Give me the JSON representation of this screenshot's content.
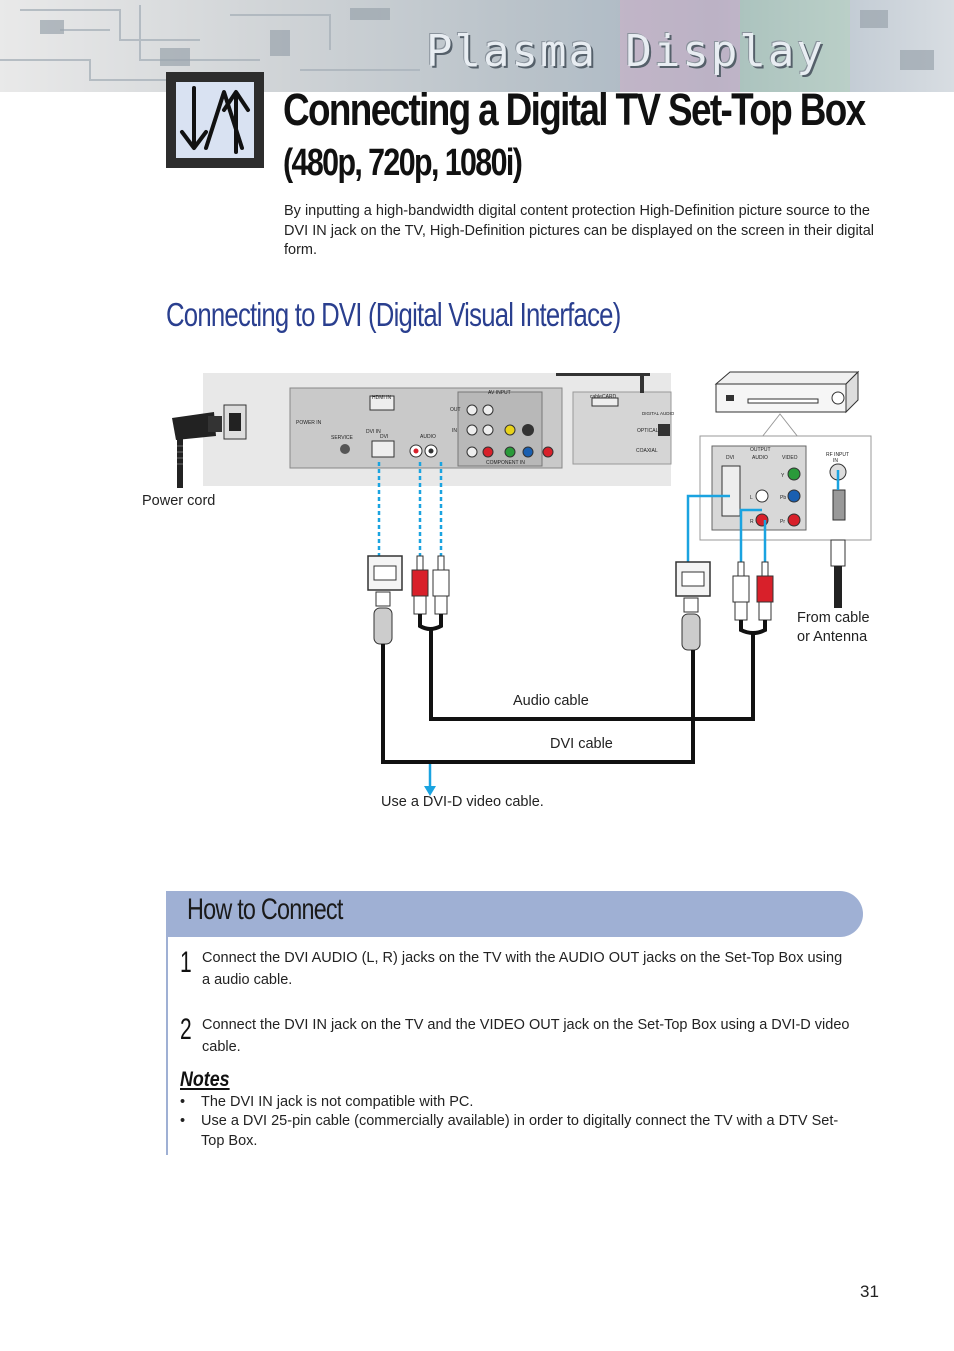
{
  "banner": {
    "title": "Plasma Display"
  },
  "header": {
    "title": "Connecting a Digital TV Set-Top Box",
    "subtitle": "(480p, 720p, 1080i)"
  },
  "intro": "By inputting a high-bandwidth digital content protection High-Definition picture source to the DVI IN jack on the TV, High-Definition pictures can be displayed on the screen in their digital form.",
  "section": {
    "heading": "Connecting to DVI (Digital Visual Interface)"
  },
  "diagram": {
    "labels": {
      "power_cord": "Power cord",
      "audio_cable": "Audio cable",
      "dvi_cable": "DVI cable",
      "dvi_note": "Use a DVI-D video cable.",
      "from_cable_1": "From cable",
      "from_cable_2": "or Antenna"
    },
    "tv_panel": {
      "hdmi_in": "HDMI IN",
      "power_in": "POWER IN",
      "dvi_in": "DVI IN",
      "dvi": "DVI",
      "audio": "AUDIO",
      "service": "SERVICE",
      "av_in": "AV INPUT",
      "out": "OUT",
      "in": "IN",
      "component_in": "COMPONENT IN",
      "cablecard": "cableCARD",
      "digital_audio": "DIGITAL AUDIO",
      "optical": "OPTICAL",
      "coaxial": "COAXIAL"
    },
    "stb_panel": {
      "output": "OUTPUT",
      "dvi": "DVI",
      "audio": "AUDIO",
      "video": "VIDEO",
      "rf_input": "RF INPUT",
      "in": "IN",
      "y": "Y",
      "pb": "Pb",
      "pr": "Pr",
      "l": "L",
      "r": "R"
    }
  },
  "how_to_connect": {
    "title": "How to Connect",
    "steps": [
      {
        "number": "1",
        "text": "Connect the DVI AUDIO (L, R) jacks on the TV with the AUDIO OUT jacks on the Set-Top Box using a audio cable."
      },
      {
        "number": "2",
        "text": "Connect the DVI IN jack on the TV and the VIDEO OUT jack on the Set-Top Box using a DVI-D video cable."
      }
    ],
    "notes_title": "Notes",
    "notes": [
      "The DVI IN jack is not compatible with PC.",
      "Use a DVI 25-pin cable (commercially available) in order to digitally connect the TV with a DTV Set-Top Box."
    ],
    "bullet": "•"
  },
  "page_number": "31",
  "colors": {
    "accent_blue": "#2a3f8f",
    "bar_blue": "#9fb0d4",
    "cable_blue": "#1aa3e0",
    "plug_red": "#d8202a"
  }
}
